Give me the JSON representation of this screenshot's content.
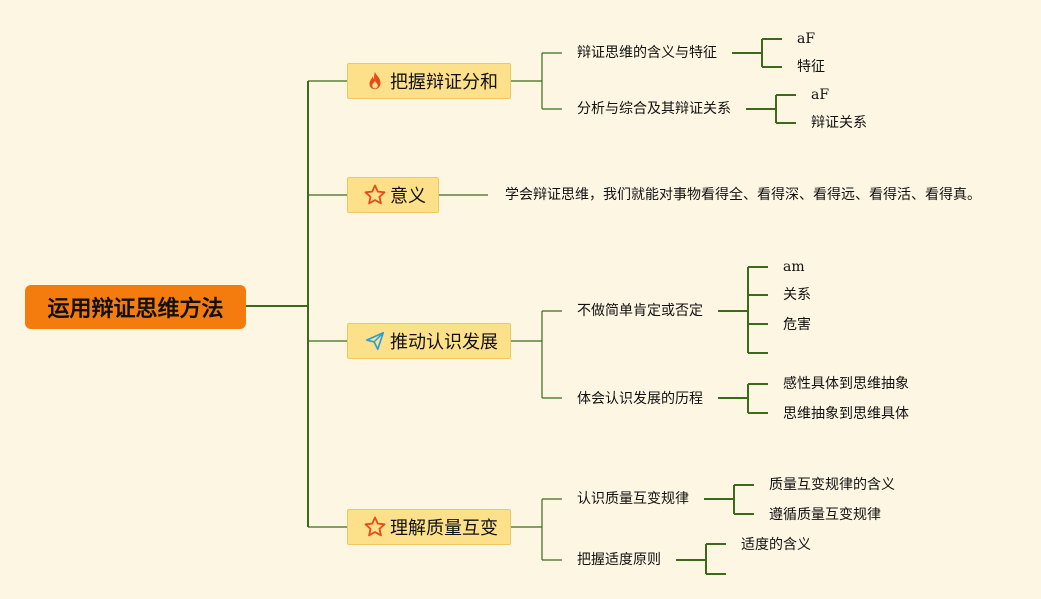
{
  "root": {
    "label": "运用辩证思维方法"
  },
  "branches": [
    {
      "label": "把握辩证分和",
      "icon": "fire-icon",
      "children": [
        {
          "label": "辩证思维的含义与特征",
          "leaves": [
            "aF",
            "特征"
          ]
        },
        {
          "label": "分析与综合及其辩证关系",
          "leaves": [
            "aF",
            "辩证关系"
          ]
        }
      ]
    },
    {
      "label": "意义",
      "icon": "star-icon",
      "text": "学会辩证思维，我们就能对事物看得全、看得深、看得远、看得活、看得真。"
    },
    {
      "label": "推动认识发展",
      "icon": "paper-plane-icon",
      "children": [
        {
          "label": "不做简单肯定或否定",
          "leaves": [
            "am",
            "关系",
            "危害",
            ""
          ]
        },
        {
          "label": "体会认识发展的历程",
          "leaves": [
            "感性具体到思维抽象",
            "思维抽象到思维具体"
          ]
        }
      ]
    },
    {
      "label": "理解质量互变",
      "icon": "star-icon",
      "children": [
        {
          "label": "认识质量互变规律",
          "leaves": [
            "质量互变规律的含义",
            "遵循质量互变规律"
          ]
        },
        {
          "label": "把握适度原则",
          "leaves": [
            "适度的含义",
            ""
          ]
        }
      ]
    }
  ],
  "colors": {
    "background": "#fdf6e3",
    "root_fill": "#f47b0d",
    "branch_fill": "#fde08a",
    "line": "#3b6b1a",
    "icon_red": "#e84a1c",
    "icon_blue": "#2a9fd6"
  }
}
